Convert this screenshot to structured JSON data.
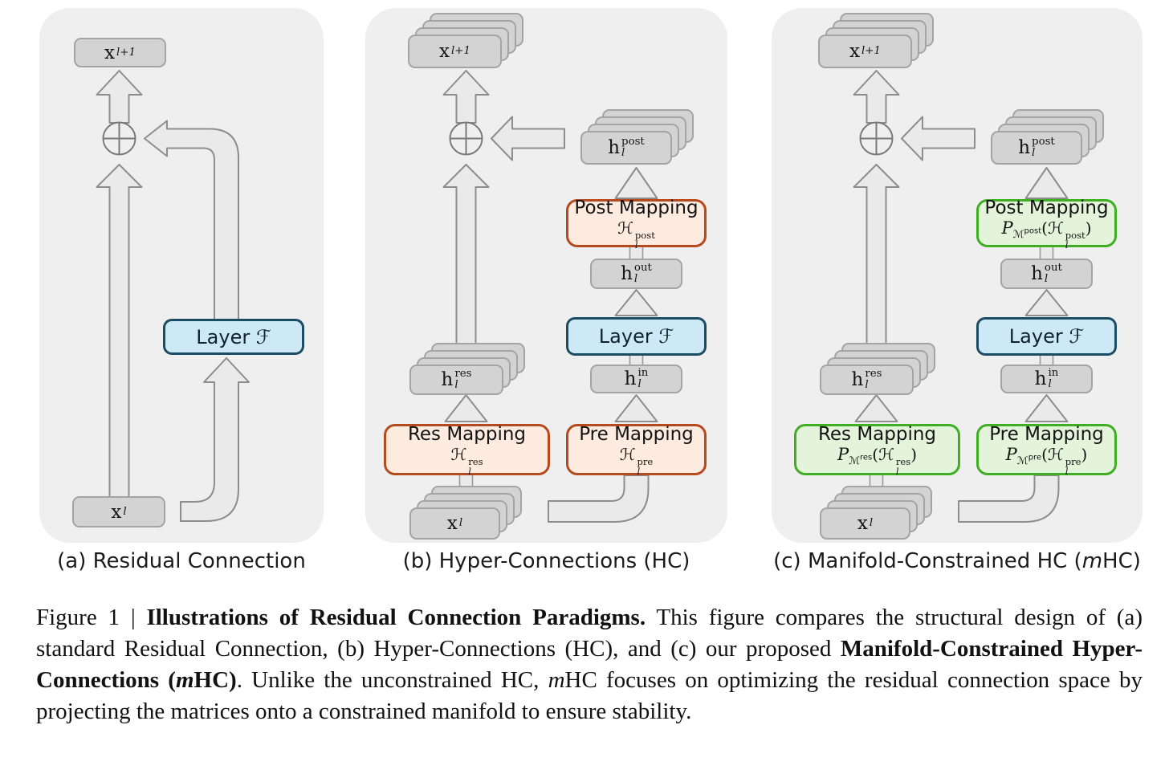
{
  "figure": {
    "panels": [
      {
        "id": "a",
        "label": {
          "pre": "(a) Residual Connection"
        },
        "nodes": {
          "x_next": {
            "base": "x",
            "sub": "l+1"
          },
          "layer": {
            "label": "Layer ℱ"
          },
          "x_in": {
            "base": "x",
            "sub": "l"
          }
        }
      },
      {
        "id": "b",
        "label": {
          "pre": "(b) Hyper-Connections (HC)"
        },
        "nodes": {
          "x_next": {
            "base": "x",
            "sub": "l+1"
          },
          "h_post": {
            "base": "h",
            "sup": "post",
            "sub": "l"
          },
          "post_map": {
            "title": "Post Mapping",
            "f": {
              "base": "ℋ",
              "sup": "post",
              "sub": "l"
            }
          },
          "h_out": {
            "base": "h",
            "sup": "out",
            "sub": "l"
          },
          "layer": {
            "label": "Layer ℱ"
          },
          "h_in": {
            "base": "h",
            "sup": "in",
            "sub": "l"
          },
          "pre_map": {
            "title": "Pre Mapping",
            "f": {
              "base": "ℋ",
              "sup": "pre",
              "sub": "l"
            }
          },
          "res_map": {
            "title": "Res Mapping",
            "f": {
              "base": "ℋ",
              "sup": "res",
              "sub": "l"
            }
          },
          "h_res": {
            "base": "h",
            "sup": "res",
            "sub": "l"
          },
          "x_in": {
            "base": "x",
            "sub": "l"
          }
        }
      },
      {
        "id": "c",
        "label": {
          "pre": "(c) Manifold-Constrained HC (",
          "m": "m",
          "post": "HC)"
        },
        "nodes": {
          "x_next": {
            "base": "x",
            "sub": "l+1"
          },
          "h_post": {
            "base": "h",
            "sup": "post",
            "sub": "l"
          },
          "post_map": {
            "title": "Post Mapping",
            "f": {
              "prefix": "P",
              "prefix_base": "ℳ",
              "prefix_sup": "post",
              "open": "(",
              "base": "ℋ",
              "sup": "post",
              "sub": "l",
              "close": ")"
            }
          },
          "h_out": {
            "base": "h",
            "sup": "out",
            "sub": "l"
          },
          "layer": {
            "label": "Layer ℱ"
          },
          "h_in": {
            "base": "h",
            "sup": "in",
            "sub": "l"
          },
          "pre_map": {
            "title": "Pre Mapping",
            "f": {
              "prefix": "P",
              "prefix_base": "ℳ",
              "prefix_sup": "pre",
              "open": "(",
              "base": "ℋ",
              "sup": "pre",
              "sub": "l",
              "close": ")"
            }
          },
          "res_map": {
            "title": "Res Mapping",
            "f": {
              "prefix": "P",
              "prefix_base": "ℳ",
              "prefix_sup": "res",
              "open": "(",
              "base": "ℋ",
              "sup": "res",
              "sub": "l",
              "close": ")"
            }
          },
          "h_res": {
            "base": "h",
            "sup": "res",
            "sub": "l"
          },
          "x_in": {
            "base": "x",
            "sub": "l"
          }
        }
      }
    ],
    "caption": {
      "seg1": "Figure 1 | ",
      "seg2": "Illustrations of Residual Connection Paradigms.",
      "seg3": " This figure compares the structural design of (a) standard Residual Connection, (b) Hyper-Connections (HC), and (c) our proposed ",
      "seg4": "Manifold-Constrained Hyper-Connections (",
      "seg5": "m",
      "seg6": "HC)",
      "seg7": ". Unlike the unconstrained HC, ",
      "seg8": "m",
      "seg9": "HC focuses on optimizing the residual connection space by projecting the matrices onto a constrained manifold to ensure stability."
    },
    "colors": {
      "panel_bg": "#efefef",
      "node_fill": "#d3d3d3",
      "node_border": "#a4a4a4",
      "arrow_fill": "#eaeaea",
      "arrow_stroke": "#8d8d8d",
      "layer_blue_fill": "#cde9f6",
      "layer_blue_border": "#1c4c63",
      "mapping_orange_fill": "#fcebde",
      "mapping_orange_border": "#b54a1e",
      "mapping_green_fill": "#e3f4da",
      "mapping_green_border": "#3fae22"
    }
  }
}
